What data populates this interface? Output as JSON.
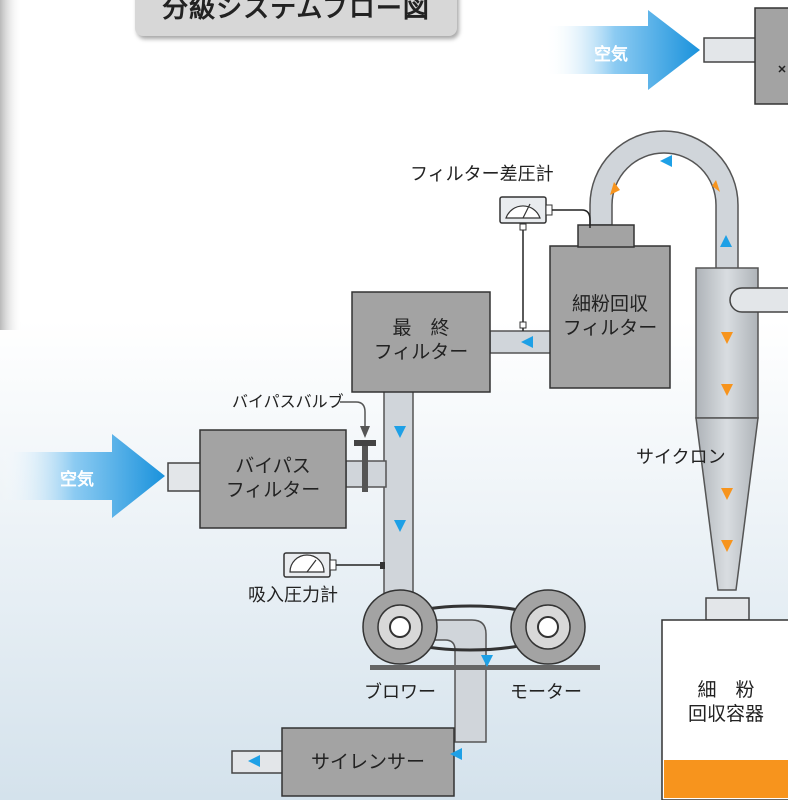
{
  "title": "分級システムフロー図",
  "air_label_top": "空気",
  "air_label_left": "空気",
  "labels": {
    "filter_gauge": "フィルター差圧計",
    "bypass_valve": "バイパスバルブ",
    "suction_gauge": "吸入圧力計",
    "cyclone": "サイクロン",
    "blower": "ブロワー",
    "motor": "モーター"
  },
  "boxes": {
    "final_filter": [
      "最　終",
      "フィルター"
    ],
    "fine_filter": [
      "細粉回収",
      "フィルター"
    ],
    "bypass_filter": [
      "バイパス",
      "フィルター"
    ],
    "silencer": "サイレンサー",
    "container": [
      "細　粉",
      "回収容器"
    ]
  },
  "colors": {
    "duct": "#d0d5da",
    "box": "#a3a3a3",
    "flow_arrow": "#1ea0e6",
    "particle_arrow": "#f7941d",
    "powder": "#f7941d"
  }
}
